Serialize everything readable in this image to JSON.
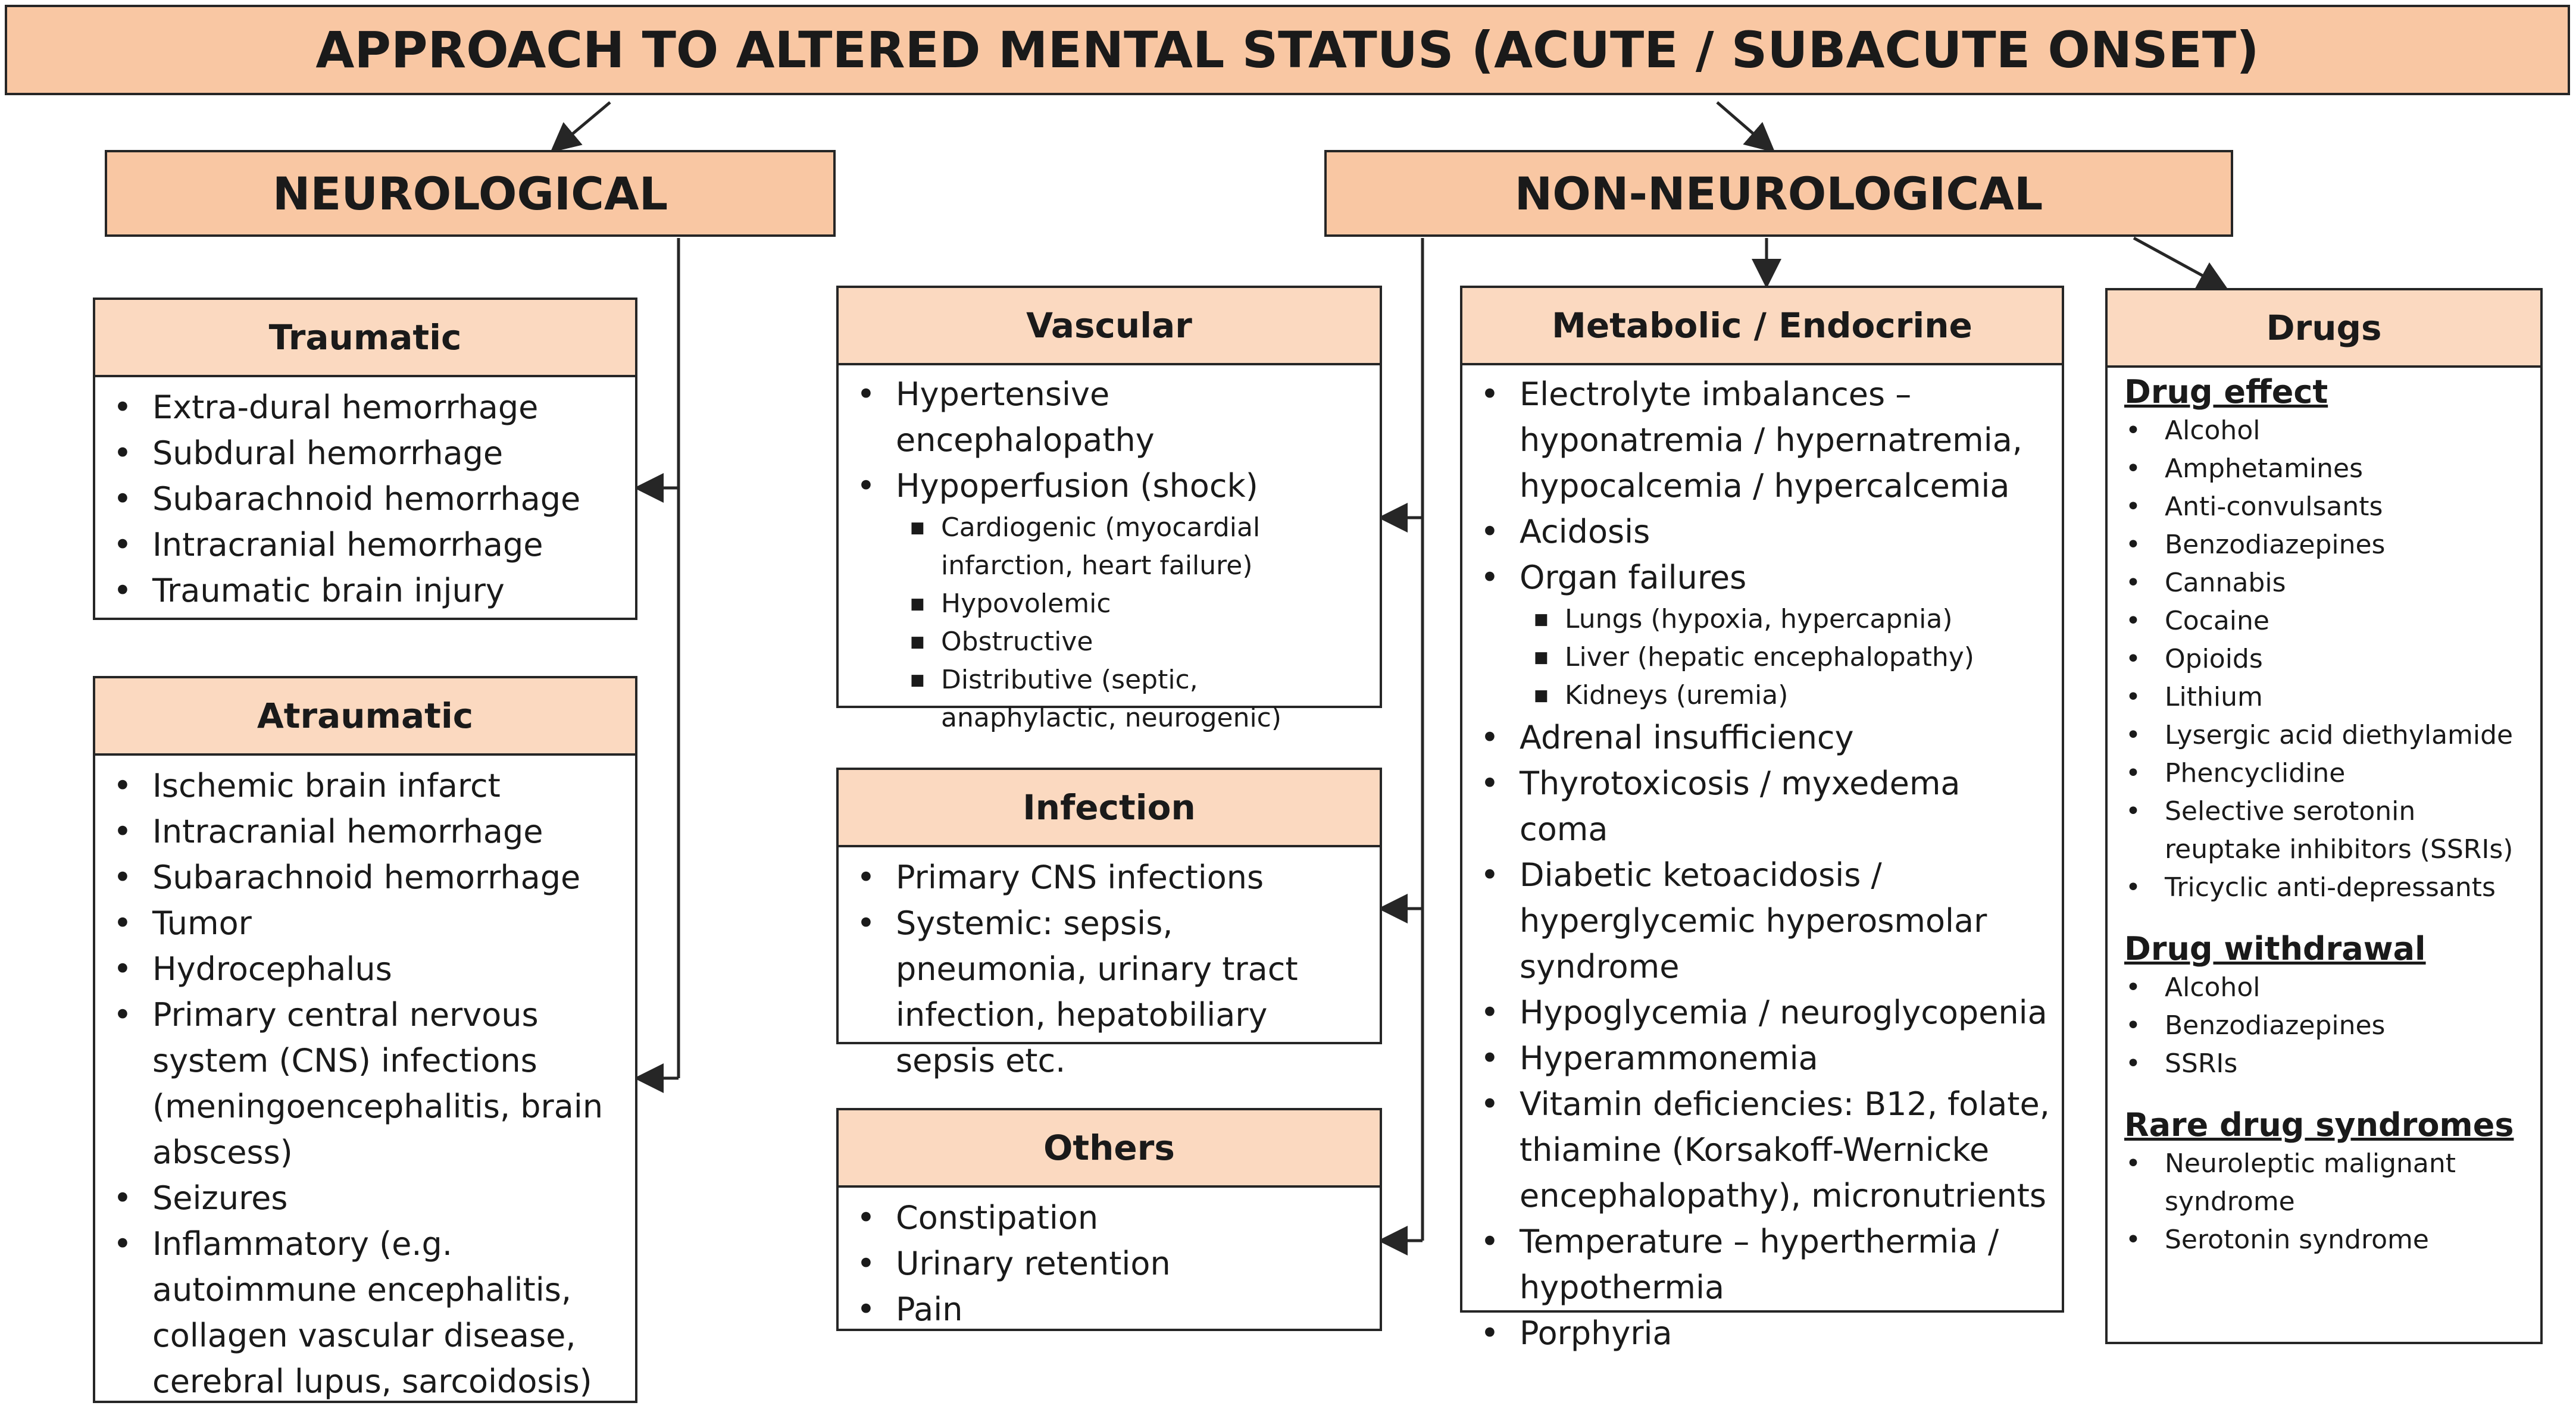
{
  "title": "APPROACH TO ALTERED MENTAL STATUS (ACUTE / SUBACUTE ONSET)",
  "neurological": {
    "label": "NEUROLOGICAL",
    "traumatic": {
      "title": "Traumatic",
      "items": [
        "Extra-dural hemorrhage",
        "Subdural hemorrhage",
        "Subarachnoid hemorrhage",
        "Intracranial hemorrhage",
        "Traumatic brain injury"
      ]
    },
    "atraumatic": {
      "title": "Atraumatic",
      "items": [
        "Ischemic brain infarct",
        "Intracranial hemorrhage",
        "Subarachnoid hemorrhage",
        "Tumor",
        "Hydrocephalus",
        "Primary central nervous system (CNS) infections (meningoencephalitis, brain abscess)",
        "Seizures",
        "Inflammatory (e.g. autoimmune encephalitis, collagen vascular disease, cerebral lupus, sarcoidosis)"
      ]
    }
  },
  "non_neurological": {
    "label": "NON-NEUROLOGICAL",
    "vascular": {
      "title": "Vascular",
      "item1": "Hypertensive encephalopathy",
      "item2": "Hypoperfusion (shock)",
      "sub": [
        "Cardiogenic (myocardial infarction, heart failure)",
        "Hypovolemic",
        "Obstructive",
        "Distributive (septic, anaphylactic, neurogenic)"
      ]
    },
    "infection": {
      "title": "Infection",
      "items": [
        "Primary CNS infections",
        "Systemic: sepsis, pneumonia, urinary tract infection, hepatobiliary sepsis etc."
      ]
    },
    "others": {
      "title": "Others",
      "items": [
        "Constipation",
        "Urinary retention",
        "Pain"
      ]
    },
    "metabolic": {
      "title": "Metabolic / Endocrine",
      "item1": "Electrolyte imbalances – hyponatremia / hypernatremia, hypocalcemia / hypercalcemia",
      "item2": "Acidosis",
      "item3": "Organ failures",
      "organ_sub": [
        "Lungs (hypoxia, hypercapnia)",
        "Liver (hepatic encephalopathy)",
        "Kidneys (uremia)"
      ],
      "rest": [
        "Adrenal insufficiency",
        "Thyrotoxicosis / myxedema coma",
        "Diabetic ketoacidosis / hyperglycemic hyperosmolar syndrome",
        "Hypoglycemia / neuroglycopenia",
        "Hyperammonemia",
        "Vitamin deficiencies: B12, folate, thiamine (Korsakoff-Wernicke encephalopathy), micronutrients",
        "Temperature – hyperthermia / hypothermia",
        "Porphyria"
      ]
    },
    "drugs": {
      "title": "Drugs",
      "effect_title": "Drug effect",
      "effect_items": [
        "Alcohol",
        "Amphetamines",
        "Anti-convulsants",
        "Benzodiazepines",
        "Cannabis",
        "Cocaine",
        "Opioids",
        "Lithium",
        "Lysergic acid diethylamide",
        "Phencyclidine",
        "Selective serotonin reuptake inhibitors (SSRIs)",
        "Tricyclic anti-depressants"
      ],
      "withdrawal_title": "Drug withdrawal",
      "withdrawal_items": [
        "Alcohol",
        "Benzodiazepines",
        "SSRIs"
      ],
      "rare_title": "Rare drug syndromes",
      "rare_items": [
        "Neuroleptic malignant syndrome",
        "Serotonin syndrome"
      ]
    }
  }
}
